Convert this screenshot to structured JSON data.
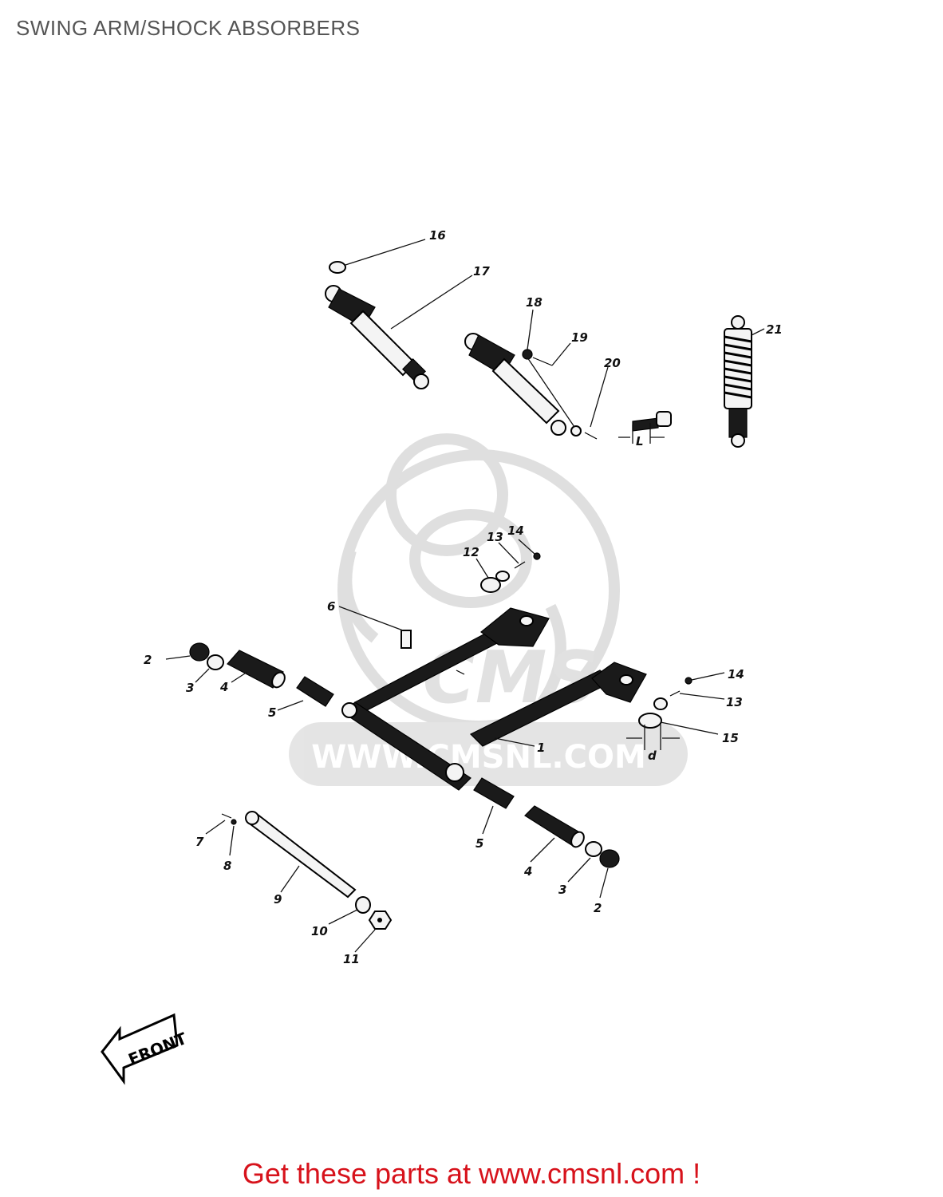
{
  "page": {
    "title": "SWING ARM/SHOCK ABSORBERS"
  },
  "watermark": {
    "text": "WWW.CMSNL.COM",
    "logo": "CMS"
  },
  "callouts": {
    "c1": "1",
    "c2a": "2",
    "c2b": "2",
    "c3a": "3",
    "c3b": "3",
    "c4a": "4",
    "c4b": "4",
    "c5a": "5",
    "c5b": "5",
    "c6": "6",
    "c7": "7",
    "c8": "8",
    "c9": "9",
    "c10": "10",
    "c11": "11",
    "c12": "12",
    "c13a": "13",
    "c13b": "13",
    "c14a": "14",
    "c14b": "14",
    "c15": "15",
    "c16": "16",
    "c17": "17",
    "c18": "18",
    "c19": "19",
    "c20": "20",
    "c21": "21"
  },
  "dimensions": {
    "l": "L",
    "d": "d"
  },
  "front_arrow": {
    "label": "FRONT"
  },
  "footer": {
    "promo": "Get these parts at www.cmsnl.com !"
  }
}
